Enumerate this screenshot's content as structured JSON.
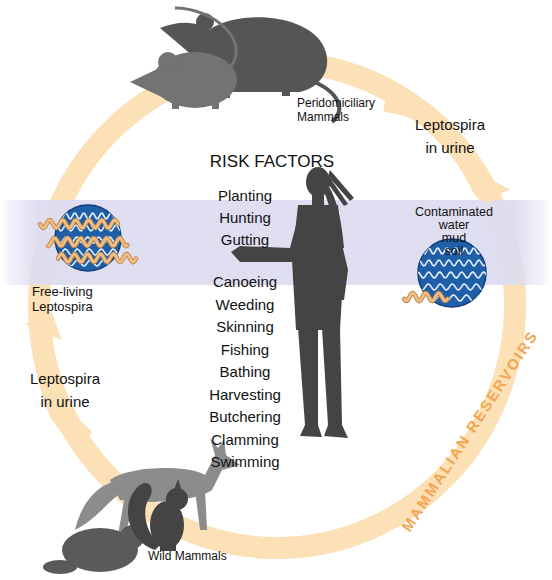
{
  "diagram": {
    "nodes": [
      {
        "text": [
          "Peridomiciliary Mammals"
        ]
      },
      {
        "text": [
          "Free-living Leptospira"
        ]
      },
      {
        "text": [
          "Contaminated water mud soil"
        ]
      },
      {
        "text": [
          "Wild Mammals"
        ]
      }
    ],
    "edges": [
      {
        "from": 0,
        "to": 2,
        "arrow": "to",
        "label": "Leptospira in urine"
      },
      {
        "from": 3,
        "to": 1,
        "arrow": "to",
        "label": "Leptospira in urine"
      }
    ],
    "labels": [
      "RISK FACTORS",
      "Planting",
      "Hunting",
      "Gutting",
      "Canoeing",
      "Weeding",
      "Skinning",
      "Fishing",
      "Bathing",
      "Harvesting",
      "Butchering",
      "Clamming",
      "Swimming",
      "MAMMALIAN RESERVOIRS"
    ]
  }
}
